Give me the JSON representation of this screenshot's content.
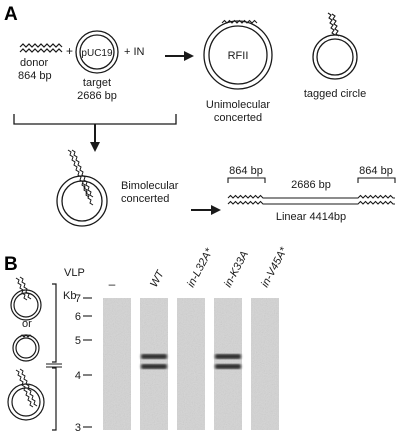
{
  "panels": {
    "a": "A",
    "b": "B"
  },
  "panel_a": {
    "donor": "donor",
    "donor_size": "864 bp",
    "plus1": "+",
    "plasmid": "pUC19",
    "target": "target",
    "target_size": "2686 bp",
    "plus_in": "+ IN",
    "rfii": "RFII",
    "unimolecular_1": "Unimolecular",
    "unimolecular_2": "concerted",
    "tagged_circle": "tagged circle",
    "bimolecular_1": "Bimolecular",
    "bimolecular_2": "concerted",
    "left_bp": "864 bp",
    "mid_bp": "2686 bp",
    "right_bp": "864 bp",
    "linear": "Linear 4414bp"
  },
  "panel_b": {
    "or_label": "or",
    "vlp_label": "VLP",
    "kb_label": "Kb",
    "kb_ticks": [
      "7",
      "6",
      "5",
      "4",
      "3"
    ],
    "lanes": [
      "–",
      "WT",
      "in-L32A*",
      "in-K33A",
      "in-V45A*"
    ],
    "doublet_bands": [
      false,
      true,
      false,
      true,
      false
    ]
  },
  "colors": {
    "gel_background": "#d4d4d4",
    "band": "#2a2a2a",
    "line": "#1a1a1a"
  }
}
